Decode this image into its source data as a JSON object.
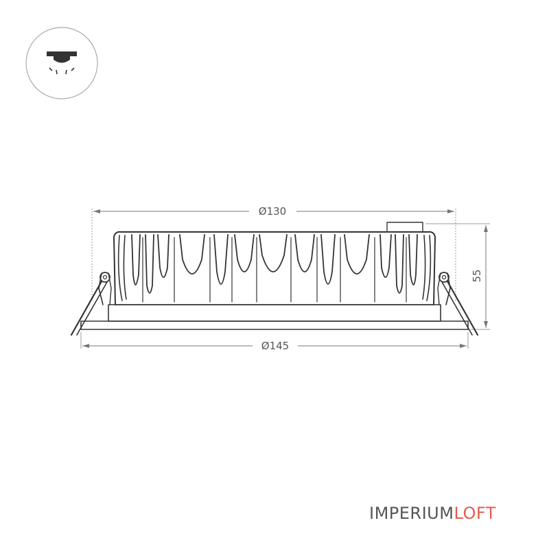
{
  "dimensions": {
    "top_diameter": "Ø130",
    "bottom_diameter": "Ø145",
    "height": "55"
  },
  "icon": {
    "name": "recessed-ceiling-mount-icon"
  },
  "brand": {
    "part1": "IMPERIUM",
    "part2": "LOFT"
  },
  "colors": {
    "line": "#333333",
    "dimension": "#777777",
    "brand_text": "#555555",
    "brand_accent": "#e25b4f"
  }
}
